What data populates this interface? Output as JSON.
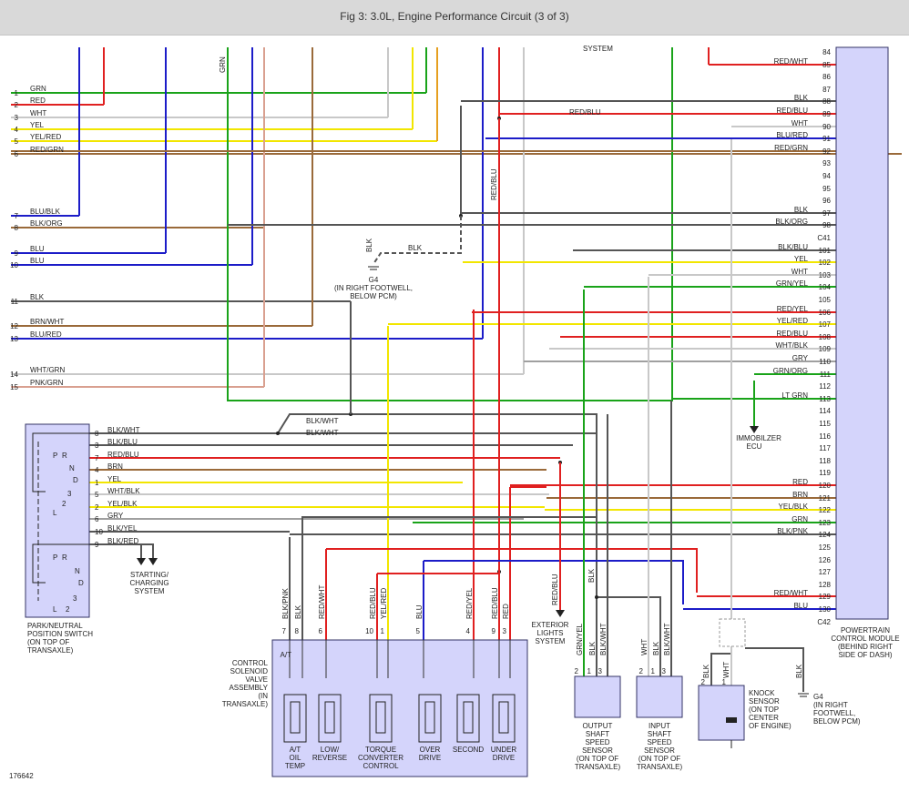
{
  "title": "Fig 3: 3.0L, Engine Performance Circuit (3 of 3)",
  "figure_number": "176642",
  "colors": {
    "GRN": "#19a319",
    "RED": "#e02020",
    "WHT": "#c8c8c8",
    "YEL": "#f2e600",
    "BLU": "#1c1cc8",
    "BLK": "#555555",
    "BRN": "#9a6a3a",
    "ORG": "#e6a020",
    "PNK": "#d9a090",
    "GRY": "#a0a0a0",
    "module_fill": "#d4d4fb",
    "module_border": "#333366"
  },
  "left_wires": [
    {
      "pin": "1",
      "label": "GRN",
      "color": "GRN"
    },
    {
      "pin": "2",
      "label": "RED",
      "color": "RED"
    },
    {
      "pin": "3",
      "label": "WHT",
      "color": "WHT"
    },
    {
      "pin": "4",
      "label": "YEL",
      "color": "YEL"
    },
    {
      "pin": "5",
      "label": "YEL/RED",
      "color": "YEL"
    },
    {
      "pin": "6",
      "label": "RED/GRN",
      "color": "BRN"
    },
    {
      "pin": "7",
      "label": "BLU/BLK",
      "color": "BLU"
    },
    {
      "pin": "8",
      "label": "BLK/ORG",
      "color": "BRN"
    },
    {
      "pin": "9",
      "label": "BLU",
      "color": "BLU"
    },
    {
      "pin": "10",
      "label": "BLU",
      "color": "BLU"
    },
    {
      "pin": "11",
      "label": "BLK",
      "color": "BLK"
    },
    {
      "pin": "12",
      "label": "BRN/WHT",
      "color": "BRN"
    },
    {
      "pin": "13",
      "label": "BLU/RED",
      "color": "BLU"
    },
    {
      "pin": "14",
      "label": "WHT/GRN",
      "color": "WHT"
    },
    {
      "pin": "15",
      "label": "PNK/GRN",
      "color": "PNK"
    }
  ],
  "pcm_pins": [
    {
      "pin": "84",
      "label": "",
      "color": ""
    },
    {
      "pin": "85",
      "label": "RED/WHT",
      "color": "RED"
    },
    {
      "pin": "86",
      "label": "",
      "color": ""
    },
    {
      "pin": "87",
      "label": "",
      "color": ""
    },
    {
      "pin": "88",
      "label": "BLK",
      "color": "BLK"
    },
    {
      "pin": "89",
      "label": "RED/BLU",
      "color": "RED"
    },
    {
      "pin": "90",
      "label": "WHT",
      "color": "WHT"
    },
    {
      "pin": "91",
      "label": "BLU/RED",
      "color": "BLU"
    },
    {
      "pin": "92",
      "label": "RED/GRN",
      "color": "BRN"
    },
    {
      "pin": "93",
      "label": "",
      "color": ""
    },
    {
      "pin": "94",
      "label": "",
      "color": ""
    },
    {
      "pin": "95",
      "label": "",
      "color": ""
    },
    {
      "pin": "96",
      "label": "",
      "color": ""
    },
    {
      "pin": "97",
      "label": "BLK",
      "color": "BLK"
    },
    {
      "pin": "98",
      "label": "BLK/ORG",
      "color": "BLK"
    },
    {
      "pin": "C41",
      "label": "",
      "color": ""
    },
    {
      "pin": "101",
      "label": "BLK/BLU",
      "color": "BLK"
    },
    {
      "pin": "102",
      "label": "YEL",
      "color": "YEL"
    },
    {
      "pin": "103",
      "label": "WHT",
      "color": "WHT"
    },
    {
      "pin": "104",
      "label": "GRN/YEL",
      "color": "GRN"
    },
    {
      "pin": "105",
      "label": "",
      "color": ""
    },
    {
      "pin": "106",
      "label": "RED/YEL",
      "color": "RED"
    },
    {
      "pin": "107",
      "label": "YEL/RED",
      "color": "YEL"
    },
    {
      "pin": "108",
      "label": "RED/BLU",
      "color": "RED"
    },
    {
      "pin": "109",
      "label": "WHT/BLK",
      "color": "WHT"
    },
    {
      "pin": "110",
      "label": "GRY",
      "color": "GRY"
    },
    {
      "pin": "111",
      "label": "GRN/ORG",
      "color": "GRN"
    },
    {
      "pin": "112",
      "label": "",
      "color": ""
    },
    {
      "pin": "113",
      "label": "LT GRN",
      "color": "GRN"
    },
    {
      "pin": "114",
      "label": "",
      "color": ""
    },
    {
      "pin": "115",
      "label": "",
      "color": ""
    },
    {
      "pin": "116",
      "label": "",
      "color": ""
    },
    {
      "pin": "117",
      "label": "",
      "color": ""
    },
    {
      "pin": "118",
      "label": "",
      "color": ""
    },
    {
      "pin": "119",
      "label": "",
      "color": ""
    },
    {
      "pin": "120",
      "label": "RED",
      "color": "RED"
    },
    {
      "pin": "121",
      "label": "BRN",
      "color": "BRN"
    },
    {
      "pin": "122",
      "label": "YEL/BLK",
      "color": "YEL"
    },
    {
      "pin": "123",
      "label": "GRN",
      "color": "GRN"
    },
    {
      "pin": "124",
      "label": "BLK/PNK",
      "color": "BLK"
    },
    {
      "pin": "125",
      "label": "",
      "color": ""
    },
    {
      "pin": "126",
      "label": "",
      "color": ""
    },
    {
      "pin": "127",
      "label": "",
      "color": ""
    },
    {
      "pin": "128",
      "label": "",
      "color": ""
    },
    {
      "pin": "129",
      "label": "RED/WHT",
      "color": "RED"
    },
    {
      "pin": "130",
      "label": "BLU",
      "color": "BLU"
    },
    {
      "pin": "C42",
      "label": "",
      "color": ""
    }
  ],
  "switch_pins": [
    {
      "pin": "8",
      "label": "BLK/WHT",
      "color": "BLK"
    },
    {
      "pin": "3",
      "label": "BLK/BLU",
      "color": "BLK"
    },
    {
      "pin": "7",
      "label": "RED/BLU",
      "color": "RED"
    },
    {
      "pin": "4",
      "label": "BRN",
      "color": "BRN"
    },
    {
      "pin": "1",
      "label": "YEL",
      "color": "YEL"
    },
    {
      "pin": "5",
      "label": "WHT/BLK",
      "color": "WHT"
    },
    {
      "pin": "2",
      "label": "YEL/BLK",
      "color": "YEL"
    },
    {
      "pin": "6",
      "label": "GRY",
      "color": "GRY"
    },
    {
      "pin": "10",
      "label": "BLK/YEL",
      "color": "BLK"
    },
    {
      "pin": "9",
      "label": "BLK/RED",
      "color": "BLK"
    }
  ],
  "switch_positions": [
    "P",
    "R",
    "N",
    "D",
    "3",
    "2",
    "L"
  ],
  "labels": {
    "blk_wht_upper": "BLK/WHT",
    "blk_wht_lower": "BLK/WHT",
    "blk_splice": "BLK",
    "blk_vertical": "BLK",
    "red_blu_vertical": "RED/BLU",
    "red_blu_89": "RED/BLU",
    "grn_top": "GRN",
    "system_top": "SYSTEM",
    "g4_name": "G4",
    "g4_footwell": "(IN RIGHT FOOTWELL,",
    "g4_below": "BELOW PCM)",
    "g4b_name": "G4",
    "g4b_l1": "(IN RIGHT",
    "g4b_l2": "FOOTWELL,",
    "g4b_l3": "BELOW PCM)",
    "immobilizer_l1": "IMMOBILZER",
    "immobilizer_l2": "ECU",
    "starting_l1": "STARTING/",
    "starting_l2": "CHARGING",
    "starting_l3": "SYSTEM",
    "exterior_l1": "EXTERIOR",
    "exterior_l2": "LIGHTS",
    "exterior_l3": "SYSTEM",
    "pcm_l1": "POWERTRAIN",
    "pcm_l2": "CONTROL MODULE",
    "pcm_l3": "(BEHIND RIGHT",
    "pcm_l4": "SIDE OF DASH)",
    "switch_l1": "PARK/NEUTRAL",
    "switch_l2": "POSITION SWITCH",
    "switch_l3": "(ON TOP OF",
    "switch_l4": "TRANSAXLE)",
    "solenoid_l1": "A/T",
    "solenoid_l2": "CONTROL",
    "solenoid_l3": "SOLENOID",
    "solenoid_l4": "VALVE",
    "solenoid_l5": "ASSEMBLY",
    "solenoid_l6": "(IN",
    "solenoid_l7": "TRANSAXLE)",
    "oss_l1": "OUTPUT",
    "oss_l2": "SHAFT",
    "oss_l3": "SPEED",
    "oss_l4": "SENSOR",
    "oss_l5": "(ON TOP OF",
    "oss_l6": "TRANSAXLE)",
    "iss_l1": "INPUT",
    "iss_l2": "SHAFT",
    "iss_l3": "SPEED",
    "iss_l4": "SENSOR",
    "iss_l5": "(ON TOP OF",
    "iss_l6": "TRANSAXLE)",
    "knock_l1": "KNOCK",
    "knock_l2": "SENSOR",
    "knock_l3": "(ON TOP",
    "knock_l4": "CENTER",
    "knock_l5": "OF ENGINE)"
  },
  "solenoid_wires": [
    {
      "pin": "7",
      "label": "BLK/PNK",
      "color": "BLK"
    },
    {
      "pin": "8",
      "label": "BLK",
      "color": "BLK"
    },
    {
      "pin": "6",
      "label": "RED/WHT",
      "color": "RED"
    },
    {
      "pin": "10",
      "label": "RED/BLU",
      "color": "RED"
    },
    {
      "pin": "1",
      "label": "YEL/RED",
      "color": "YEL"
    },
    {
      "pin": "5",
      "label": "BLU",
      "color": "BLU"
    },
    {
      "pin": "4",
      "label": "RED/YEL",
      "color": "RED"
    },
    {
      "pin": "9",
      "label": "RED/BLU",
      "color": "RED"
    },
    {
      "pin": "3",
      "label": "RED",
      "color": "RED"
    }
  ],
  "solenoids": [
    {
      "l1": "A/T",
      "l2": "OIL",
      "l3": "TEMP"
    },
    {
      "l1": "LOW/",
      "l2": "REVERSE",
      "l3": ""
    },
    {
      "l1": "TORQUE",
      "l2": "CONVERTER",
      "l3": "CONTROL"
    },
    {
      "l1": "OVER",
      "l2": "DRIVE",
      "l3": ""
    },
    {
      "l1": "SECOND",
      "l2": "",
      "l3": ""
    },
    {
      "l1": "UNDER",
      "l2": "DRIVE",
      "l3": ""
    }
  ],
  "oss_wires": [
    {
      "pin": "2",
      "label": "GRN/YEL",
      "color": "GRN"
    },
    {
      "pin": "1",
      "label": "BLK",
      "color": "BLK"
    },
    {
      "pin": "3",
      "label": "BLK/WHT",
      "color": "BLK"
    }
  ],
  "iss_wires": [
    {
      "pin": "2",
      "label": "WHT",
      "color": "WHT"
    },
    {
      "pin": "1",
      "label": "BLK",
      "color": "BLK"
    },
    {
      "pin": "3",
      "label": "BLK/WHT",
      "color": "BLK"
    }
  ],
  "knock_wires": [
    {
      "pin": "2",
      "label": "BLK",
      "color": "BLK"
    },
    {
      "pin": "1",
      "label": "WHT",
      "color": "WHT"
    }
  ],
  "knock_ground_label": "BLK"
}
